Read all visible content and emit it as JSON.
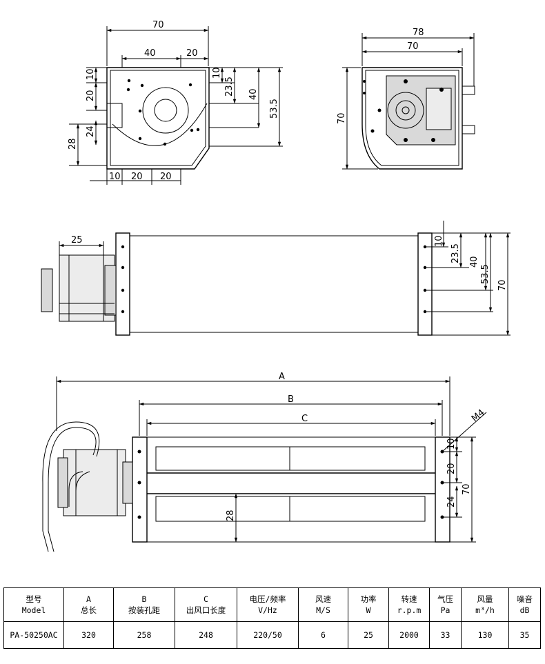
{
  "front_view": {
    "dims": [
      "70",
      "40",
      "20",
      "10",
      "23.5",
      "40",
      "53.5",
      "10",
      "20",
      "24",
      "28",
      "10",
      "20",
      "20"
    ]
  },
  "side_view": {
    "dims": [
      "78",
      "70",
      "70"
    ]
  },
  "top_view": {
    "dims": [
      "25",
      "10",
      "23.5",
      "40",
      "53.5",
      "70"
    ]
  },
  "bottom_view": {
    "dims": [
      "A",
      "B",
      "C",
      "M4",
      "10",
      "20",
      "70",
      "24",
      "28"
    ]
  },
  "table": {
    "headers": [
      {
        "line1": "型号",
        "line2": "Model"
      },
      {
        "line1": "A",
        "line2": "总长"
      },
      {
        "line1": "B",
        "line2": "按装孔距"
      },
      {
        "line1": "C",
        "line2": "出风口长度"
      },
      {
        "line1": "电压/频率",
        "line2": "V/Hz"
      },
      {
        "line1": "风速",
        "line2": "M/S"
      },
      {
        "line1": "功率",
        "line2": "W"
      },
      {
        "line1": "转速",
        "line2": "r.p.m"
      },
      {
        "line1": "气压",
        "line2": "Pa"
      },
      {
        "line1": "风量",
        "line2": "m³/h"
      },
      {
        "line1": "噪音",
        "line2": "dB"
      }
    ],
    "row": [
      "PA-50250AC",
      "320",
      "258",
      "248",
      "220/50",
      "6",
      "25",
      "2000",
      "33",
      "130",
      "35"
    ]
  }
}
